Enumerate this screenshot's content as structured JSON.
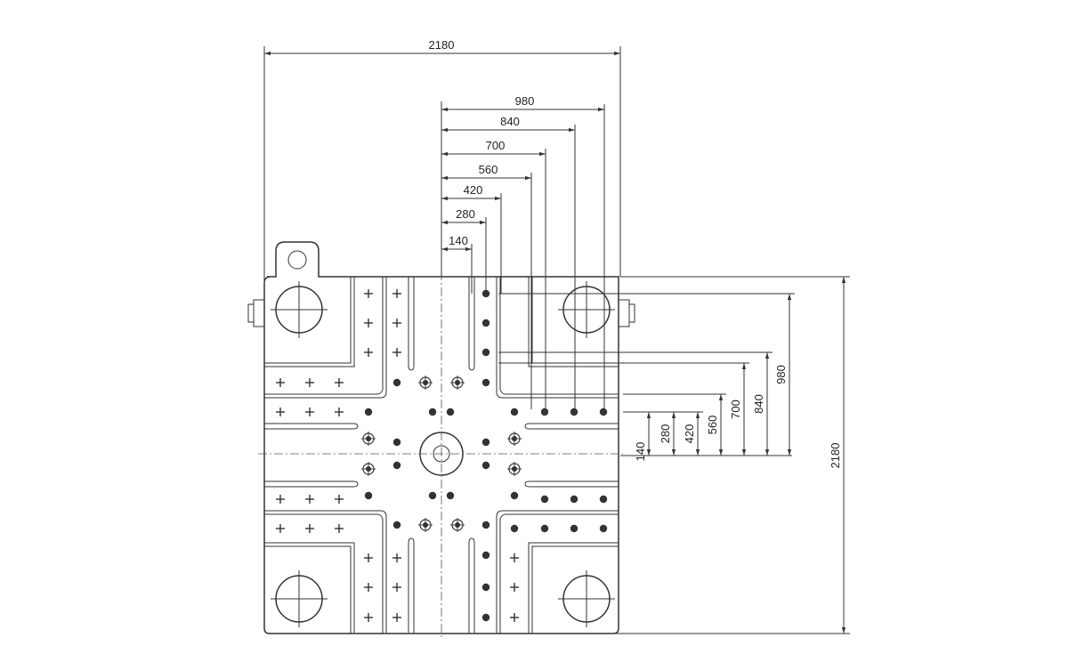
{
  "dimensions": {
    "overall_width": "2180",
    "overall_height": "2180",
    "horizontal": [
      "980",
      "840",
      "700",
      "560",
      "420",
      "280",
      "140"
    ],
    "vertical": [
      "140",
      "280",
      "420",
      "560",
      "700",
      "840",
      "980"
    ]
  },
  "colors": {
    "line": "#333333",
    "background": "#ffffff"
  }
}
